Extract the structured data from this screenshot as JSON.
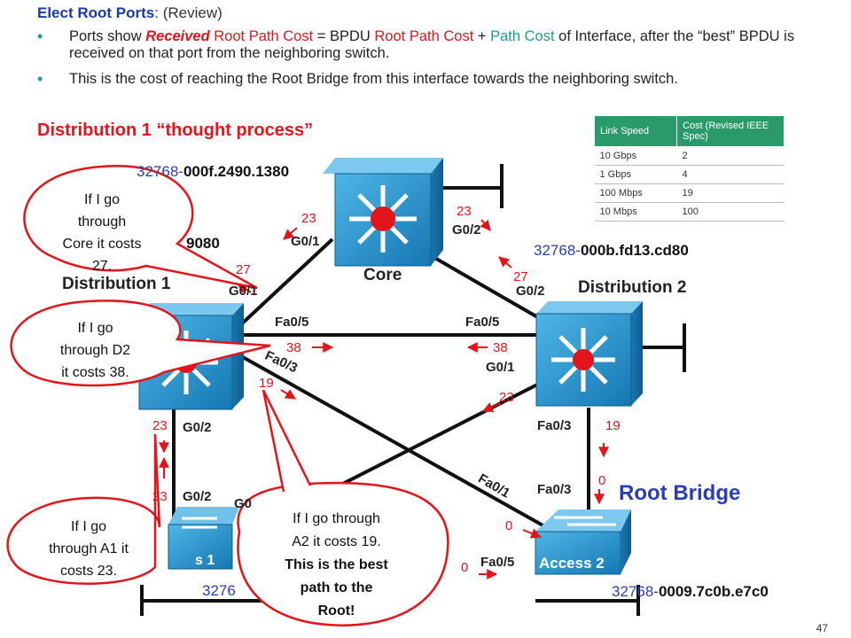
{
  "header": {
    "title_bold": "Elect Root Ports",
    "title_rest": ": (Review)"
  },
  "bullets": [
    {
      "parts": [
        {
          "t": "Ports show ",
          "c": ""
        },
        {
          "t": "Received",
          "c": "redbi"
        },
        {
          "t": " Root Path Cost",
          "c": "red"
        },
        {
          "t": "  = BPDU ",
          "c": ""
        },
        {
          "t": "Root Path Cost",
          "c": "red"
        },
        {
          "t": " + ",
          "c": ""
        },
        {
          "t": "Path Cost",
          "c": "teal"
        },
        {
          "t": " of Interface, after the “best” BPDU is received on that port from the neighboring  switch.",
          "c": ""
        }
      ]
    },
    {
      "parts": [
        {
          "t": "This is the cost of reaching the Root Bridge from this interface towards the neighboring switch.",
          "c": ""
        }
      ]
    }
  ],
  "subtitle": "Distribution 1 “thought process”",
  "cost_table": {
    "headers": [
      "Link Speed",
      "Cost (Revised IEEE Spec)"
    ],
    "rows": [
      [
        "10 Gbps",
        "2"
      ],
      [
        "1 Gbps",
        "4"
      ],
      [
        "100 Mbps",
        "19"
      ],
      [
        "10 Mbps",
        "100"
      ]
    ]
  },
  "bridge_ids": {
    "core": {
      "prio": "32768-",
      "mac": "000f.2490.1380"
    },
    "d1_partial": {
      "mac": "9080"
    },
    "d2": {
      "prio": "32768-",
      "mac": "000b.fd13.cd80"
    },
    "a1_partial": {
      "prio": "3276"
    },
    "a2": {
      "prio": "32768-",
      "mac": "0009.7c0b.e7c0"
    }
  },
  "devices": {
    "core": "Core",
    "d1": "Distribution 1",
    "d2": "Distribution 2",
    "a1": "s 1",
    "a2": "Access 2"
  },
  "ports": {
    "core_g01": "G0/1",
    "core_g02": "G0/2",
    "d1_g01": "G0/1",
    "d1_fa05": "Fa0/5",
    "d1_fa03": "Fa0/3",
    "d1_g02": "G0/2",
    "d2_g02": "G0/2",
    "d2_fa05": "Fa0/5",
    "d2_g01": "G0/1",
    "d2_fa03": "Fa0/3",
    "a1_g02": "G0/2",
    "a1_g0x": "G0",
    "a2_fa01": "Fa0/1",
    "a2_fa03": "Fa0/3",
    "a2_fa05": "Fa0/5"
  },
  "costs": {
    "core_g01": "23",
    "core_g02": "23",
    "d1_g01": "27",
    "d2_g02": "27",
    "d1_fa05": "38",
    "d2_fa05": "38",
    "d1_fa03": "19",
    "d2_g01": "23",
    "d2_fa03": "19",
    "d1_g02": "23",
    "a1_g02": "23",
    "a2_top": "0",
    "a2_fa01": "0",
    "a2_fa05": "0"
  },
  "bubbles": {
    "core": [
      "If I go",
      "through",
      "Core it costs",
      "27."
    ],
    "d2": [
      "If I go",
      "through D2",
      "it costs 38."
    ],
    "a1": [
      "If I go",
      "through A1 it",
      "costs 23."
    ],
    "a2": [
      "If I go through",
      "A2 it costs 19."
    ],
    "a2_bold": [
      "This is the best",
      "path to the",
      "Root!"
    ]
  },
  "root_bridge": "Root Bridge",
  "page_number": "47",
  "colors": {
    "accent_red": "#e2151b",
    "accent_blue": "#2b3cb8",
    "teal": "#1a9e8f",
    "switch_blue": "#1d8ec8"
  }
}
